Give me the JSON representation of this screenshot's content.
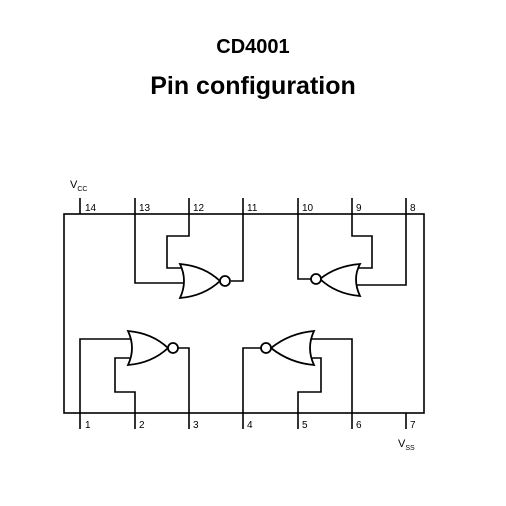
{
  "title": "CD4001",
  "subtitle": "Pin configuration",
  "supply": {
    "vcc_main": "V",
    "vcc_sub": "CC",
    "vss_main": "V",
    "vss_sub": "SS"
  },
  "pins": {
    "p1": "1",
    "p2": "2",
    "p3": "3",
    "p4": "4",
    "p5": "5",
    "p6": "6",
    "p7": "7",
    "p8": "8",
    "p9": "9",
    "p10": "10",
    "p11": "11",
    "p12": "12",
    "p13": "13",
    "p14": "14"
  },
  "gate_type": "NOR"
}
